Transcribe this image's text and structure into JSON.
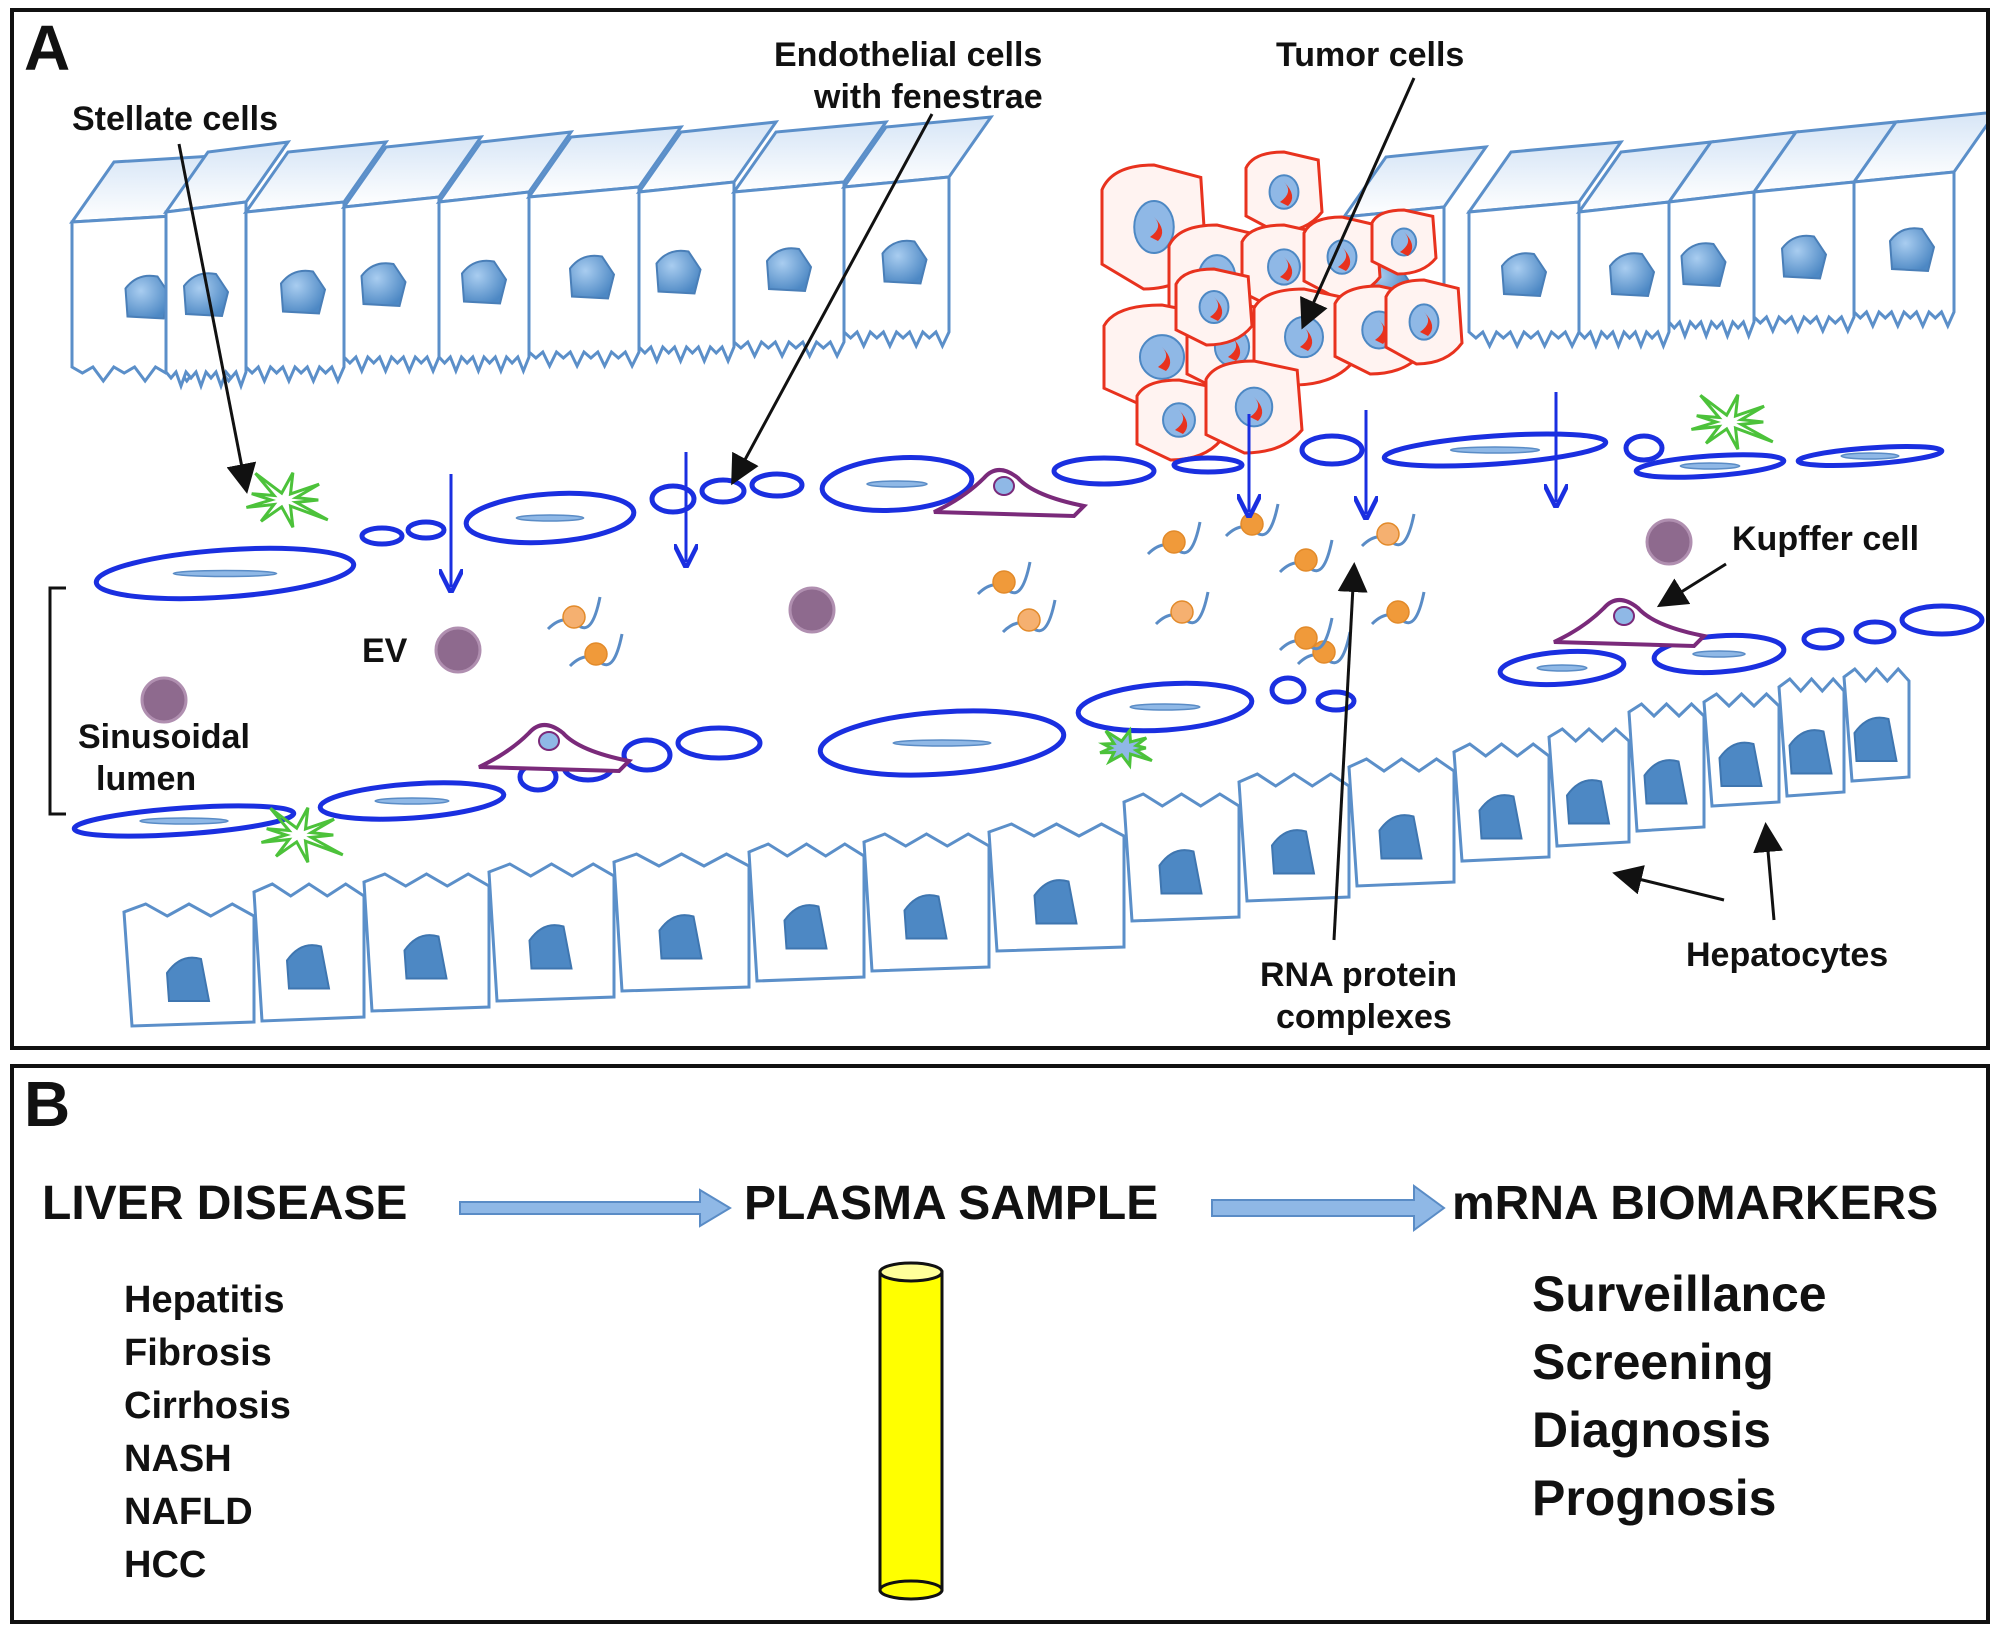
{
  "panel_a": {
    "letter": "A",
    "labels": {
      "stellate": "Stellate cells",
      "endothelial_line1": "Endothelial cells",
      "endothelial_line2": "with fenestrae",
      "tumor": "Tumor cells",
      "kupffer": "Kupffer cell",
      "ev": "EV",
      "lumen_line1": "Sinusoidal",
      "lumen_line2": "lumen",
      "rna_line1": "RNA protein",
      "rna_line2": "complexes",
      "hepatocytes": "Hepatocytes"
    },
    "colors": {
      "hepatocyte_outline": "#5b8fc9",
      "hepatocyte_fill_top": "#eaf2fb",
      "nucleus": "#4d88c4",
      "endothelial": "#1a2fe0",
      "tumor": "#e8321e",
      "kupffer": "#7a2a7a",
      "stellate": "#4cc23a",
      "ev": "#8e6a8e",
      "rna_complex": "#f09a3a"
    }
  },
  "panel_b": {
    "letter": "B",
    "headings": [
      "LIVER DISEASE",
      "PLASMA SAMPLE",
      "mRNA BIOMARKERS"
    ],
    "diseases": [
      "Hepatitis",
      "Fibrosis",
      "Cirrhosis",
      "NASH",
      "NAFLD",
      "HCC"
    ],
    "uses": [
      "Surveillance",
      "Screening",
      "Diagnosis",
      "Prognosis"
    ],
    "colors": {
      "arrow": "#8fb8e6",
      "tube": "#ffff00"
    }
  }
}
